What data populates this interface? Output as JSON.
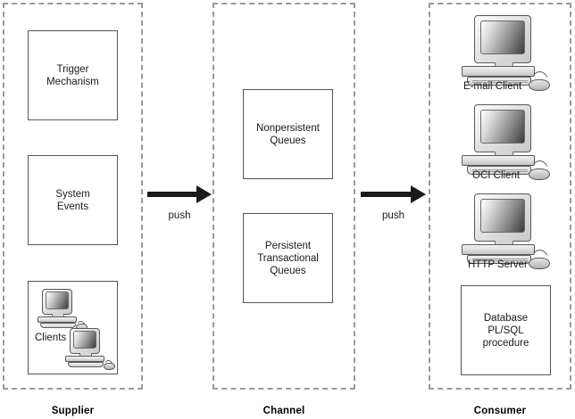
{
  "diagram": {
    "title": "Supplier-Channel-Consumer publish-subscribe diagram",
    "lanes": [
      {
        "id": "supplier",
        "label": "Supplier"
      },
      {
        "id": "channel",
        "label": "Channel"
      },
      {
        "id": "consumer",
        "label": "Consumer"
      }
    ],
    "supplier": {
      "boxes": [
        {
          "id": "trigger-mechanism",
          "text": "Trigger\nMechanism"
        },
        {
          "id": "system-events",
          "text": "System\nEvents"
        }
      ],
      "clients_box": {
        "id": "clients",
        "label": "Clients",
        "icons": [
          "computer-icon",
          "computer-icon"
        ]
      }
    },
    "channel": {
      "boxes": [
        {
          "id": "nonpersistent-queues",
          "text": "Nonpersistent\nQueues"
        },
        {
          "id": "persistent-transactional-queues",
          "text": "Persistent\nTransactional\nQueues"
        }
      ]
    },
    "consumer": {
      "clients": [
        {
          "id": "email-client",
          "label": "E-mail Client",
          "icon": "computer-icon"
        },
        {
          "id": "oci-client",
          "label": "OCI Client",
          "icon": "computer-icon"
        },
        {
          "id": "http-server",
          "label": "HTTP Server",
          "icon": "computer-icon"
        }
      ],
      "boxes": [
        {
          "id": "database-plsql-procedure",
          "text": "Database\nPL/SQL\nprocedure"
        }
      ]
    },
    "arrows": [
      {
        "id": "supplier-to-channel",
        "label": "push"
      },
      {
        "id": "channel-to-consumer",
        "label": "push"
      }
    ],
    "colors": {
      "lane_border": "#9a9a9a",
      "box_border": "#555555",
      "arrow": "#1a1a1a",
      "text": "#1a1a1a",
      "background": "#ffffff"
    }
  }
}
